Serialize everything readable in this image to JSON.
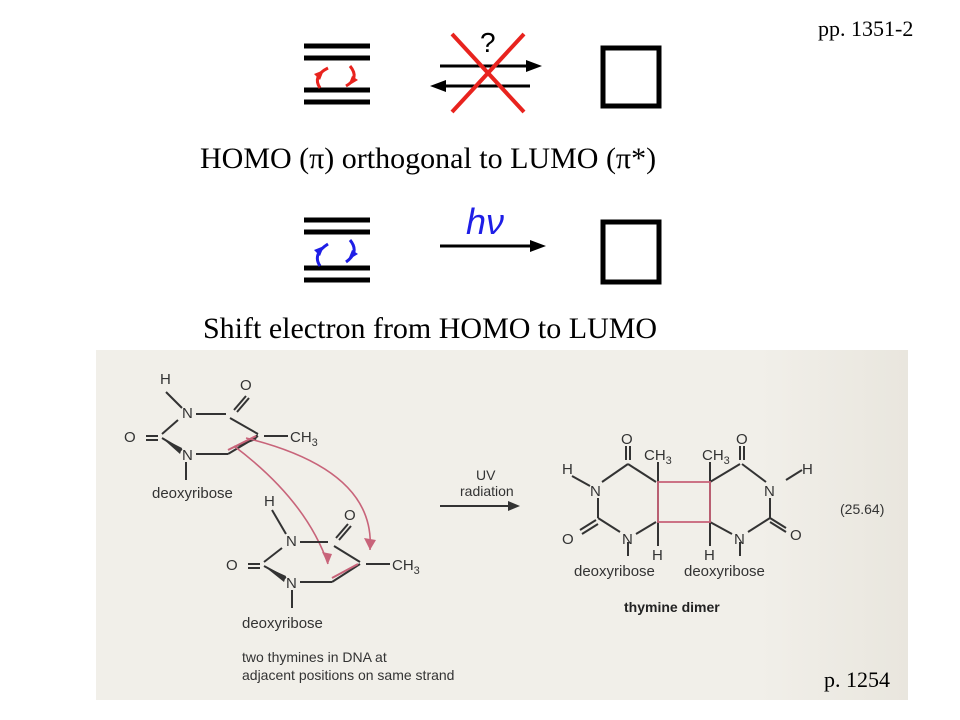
{
  "slide": {
    "page_ref_top": "pp. 1351-2",
    "page_ref_bottom": "p. 1254",
    "question_mark": "?",
    "hv_label": "hν",
    "line_homo_lumo": "HOMO (π) orthogonal to LUMO (π*)",
    "line_shift": "Shift electron from HOMO to LUMO"
  },
  "colors": {
    "forbidden_arrows": "#e8231e",
    "allowed_arrows": "#1e1ee6",
    "bond_highlight": "#c8647a"
  },
  "figure": {
    "atoms": {
      "H": "H",
      "N": "N",
      "O": "O",
      "CH3": "CH3",
      "CH3_sub": "3",
      "CH": "CH"
    },
    "deoxyribose": "deoxyribose",
    "uv_line1": "UV",
    "uv_line2": "radiation",
    "equation_number": "(25.64)",
    "product_name": "thymine dimer",
    "caption_line1": "two thymines in DNA at",
    "caption_line2": "adjacent positions on same strand"
  }
}
